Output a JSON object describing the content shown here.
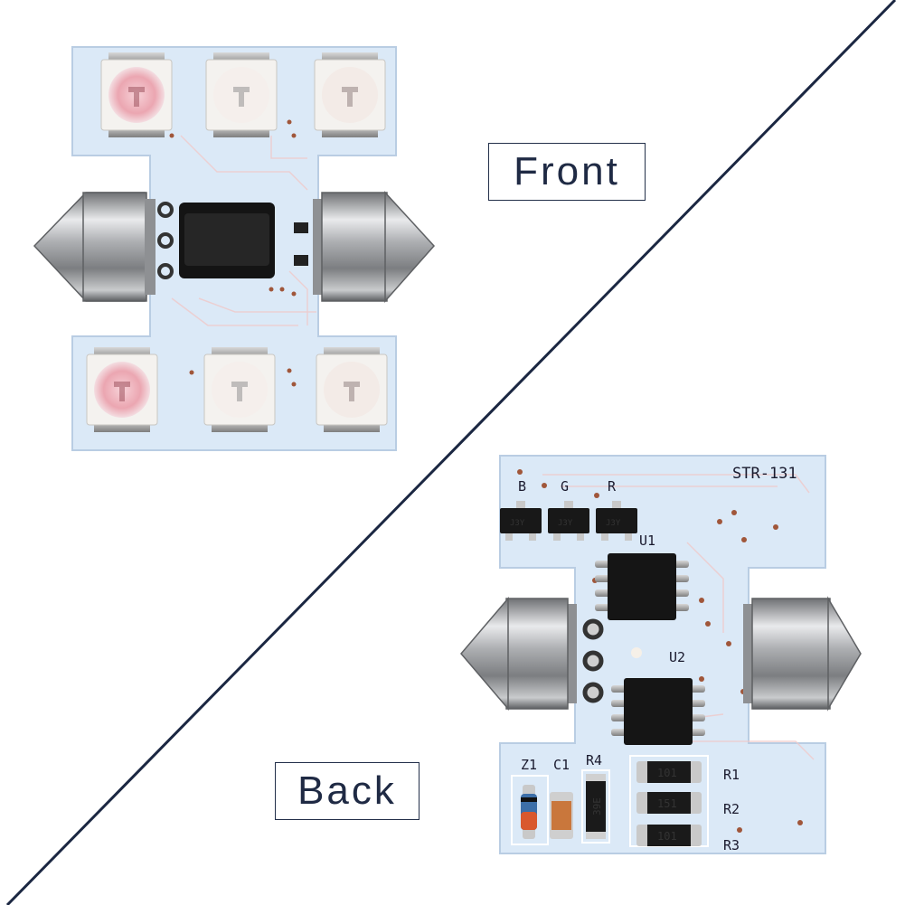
{
  "labels": {
    "front": "Front",
    "back": "Back"
  },
  "board_back": {
    "model": "STR-131",
    "transistor_labels": [
      "B",
      "G",
      "R"
    ],
    "ic_labels": [
      "U1",
      "U2"
    ],
    "component_labels": {
      "z1": "Z1",
      "c1": "C1",
      "r4": "R4",
      "r1": "R1",
      "r2": "R2",
      "r3": "R3"
    },
    "resistor_codes": {
      "r4": "39E",
      "r1": "101",
      "r2": "151",
      "r3": "101"
    },
    "transistor_marking": "J3Y"
  },
  "colors": {
    "pcb": "#dbe9f7",
    "divider": "#1b2742",
    "led_body": "#f4f2ef",
    "led_glow": "#e89aa6",
    "metal": "#b4b6b9"
  }
}
